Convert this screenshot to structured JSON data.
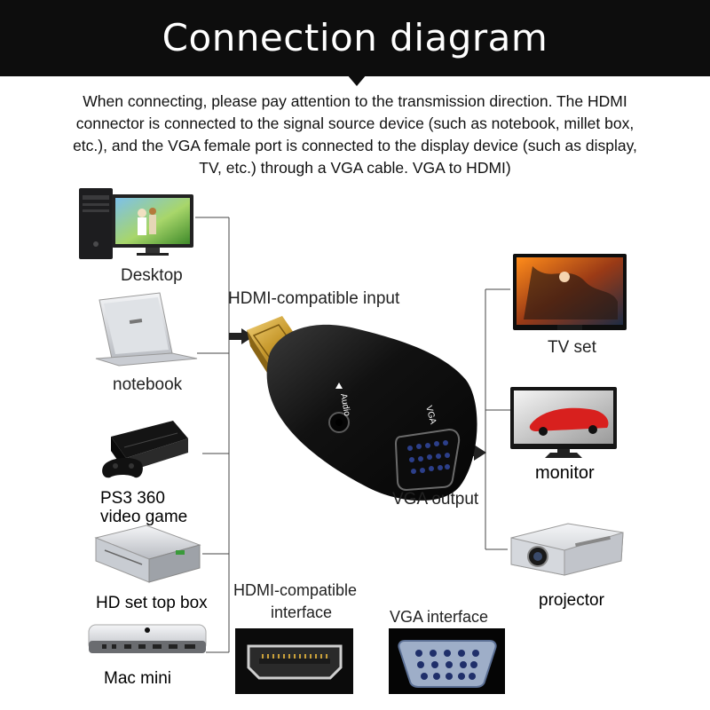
{
  "header": {
    "title": "Connection diagram"
  },
  "intro_text": "When connecting, please pay attention to the transmission direction. The HDMI connector is connected to the signal source device (such as notebook, millet box, etc.), and the VGA female port is connected to the display device (such as display, TV, etc.) through a VGA cable. VGA to HDMI)",
  "sources": [
    {
      "label": "Desktop",
      "icon": "desktop-computer-icon"
    },
    {
      "label": "notebook",
      "icon": "laptop-icon"
    },
    {
      "label": "PS3 360",
      "label_line2": "video game",
      "icon": "game-console-icon"
    },
    {
      "label": "HD set top box",
      "icon": "set-top-box-icon"
    },
    {
      "label": "Mac mini",
      "icon": "mac-mini-icon"
    }
  ],
  "displays": [
    {
      "label": "TV set",
      "icon": "tv-icon"
    },
    {
      "label": "monitor",
      "icon": "monitor-icon"
    },
    {
      "label": "projector",
      "icon": "projector-icon"
    }
  ],
  "adapter": {
    "input_label": "HDMI-compatible input",
    "output_label": "VGA output",
    "audio_text": "Audio",
    "vga_text": "VGA"
  },
  "interfaces": {
    "hdmi_label_line1": "HDMI-compatible",
    "hdmi_label_line2": "interface",
    "vga_label": "VGA interface"
  },
  "colors": {
    "banner": "#0d0d0d",
    "gold": "#d4a53a",
    "adapter_body": "#111111",
    "vga_blue": "#2c3f8a"
  }
}
